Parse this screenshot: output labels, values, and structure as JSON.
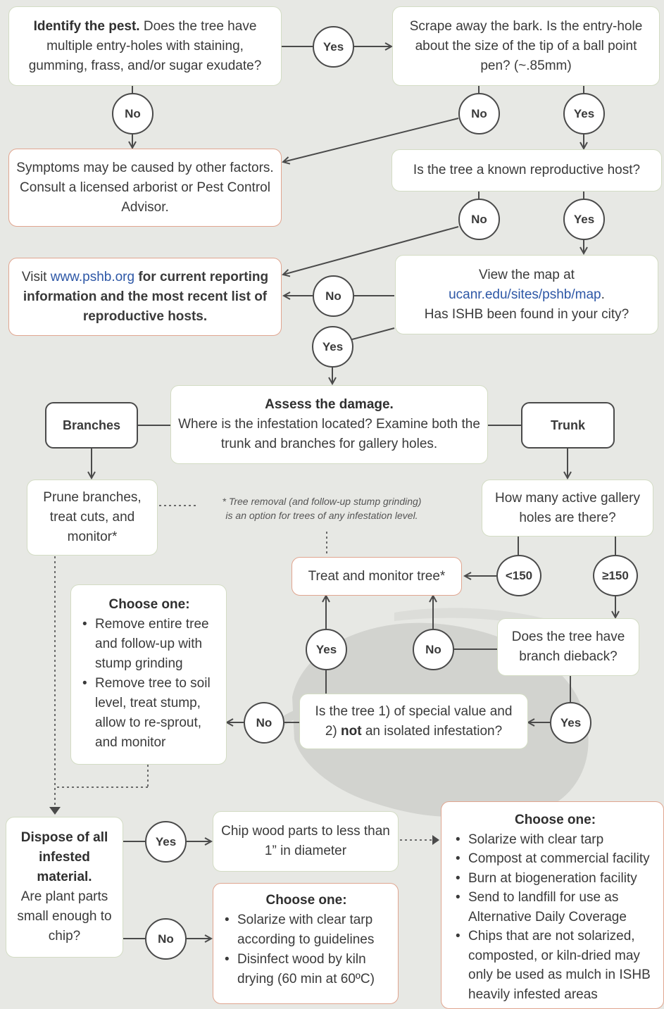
{
  "q1": {
    "bold": "Identify the pest.",
    "text": " Does the tree have multiple entry-holes with staining, gumming, frass, and/or sugar exudate?"
  },
  "q2": {
    "text": "Scrape away the bark. Is the entry-hole about the size of the tip of a ball point pen? (~.85mm)"
  },
  "other_factors": {
    "text": "Symptoms may be caused by other factors. Consult a licensed arborist or Pest Control Advisor."
  },
  "q3": {
    "text": "Is the tree a known reproductive host?"
  },
  "visit": {
    "pre": "Visit ",
    "link": "www.pshb.org",
    "post": " for current reporting information and the most recent list of reproductive hosts."
  },
  "q4": {
    "line1": "View the map at",
    "link": "ucanr.edu/sites/pshb/map",
    "dot": ".",
    "line3": "Has ISHB been found in your city?"
  },
  "assess": {
    "title": "Assess the damage.",
    "text": "Where is the infestation located? Examine both the trunk and branches for gallery holes."
  },
  "branches": {
    "label": "Branches"
  },
  "trunk": {
    "label": "Trunk"
  },
  "prune": {
    "text": "Prune branches, treat cuts, and monitor*"
  },
  "note": {
    "line1": "* Tree removal (and follow-up stump grinding)",
    "line2": "is an option for trees of any infestation level."
  },
  "holes_q": {
    "text": "How many active gallery holes are there?"
  },
  "treat": {
    "text": "Treat and monitor tree*"
  },
  "dieback_q": {
    "text": "Does the tree have branch dieback?"
  },
  "special_q": {
    "line1": "Is the tree 1) of special value and",
    "pre2": "2) ",
    "bold2": "not",
    "post2": " an isolated infestation?"
  },
  "choose_removal": {
    "title": "Choose one:",
    "items": [
      "Remove entire tree and follow-up with stump grinding",
      "Remove tree to soil level, treat stump, allow to re-sprout, and monitor"
    ]
  },
  "dispose": {
    "bold": "Dispose of all infested material.",
    "text": "Are plant parts small enough to chip?"
  },
  "chip": {
    "text": "Chip wood parts to less than 1” in diameter"
  },
  "choose_solarize": {
    "title": "Choose one:",
    "items": [
      "Solarize with clear tarp according to guidelines",
      "Disinfect wood by kiln drying (60 min at 60ºC)"
    ]
  },
  "choose_disposal": {
    "title": "Choose one:",
    "items": [
      "Solarize with clear tarp",
      "Compost at commercial facility",
      "Burn at biogeneration facility",
      "Send to landfill for use as Alternative Daily Coverage",
      "Chips that are not solarized, composted, or kiln-dried may only be used as mulch in ISHB heavily infested areas"
    ]
  },
  "labels": {
    "yes": "Yes",
    "no": "No",
    "lt150": "<150",
    "ge150": "≥150"
  },
  "colors": {
    "background": "#e7e8e4",
    "box_border_green": "#d3dcc4",
    "box_border_red": "#e0a58f",
    "line": "#4a4a4a",
    "link": "#2d57a6"
  }
}
